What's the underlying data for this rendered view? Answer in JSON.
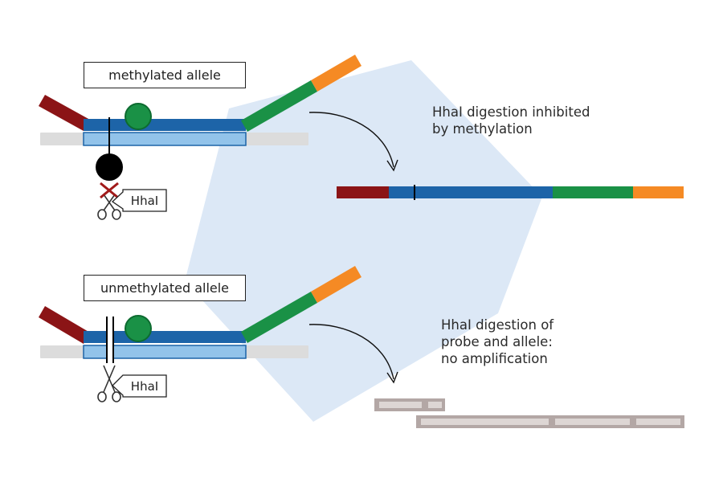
{
  "top": {
    "allele_label": "methylated allele",
    "enzyme_label": "HhaI",
    "caption_lines": [
      "HhaI digestion inhibited",
      "by methylation"
    ]
  },
  "bottom": {
    "allele_label": "unmethylated allele",
    "enzyme_label": "HhaI",
    "caption_lines": [
      "HhaI digestion of",
      "probe and allele:",
      "no amplification"
    ]
  },
  "colors": {
    "background_shape": "#dce8f6",
    "dark_red": "#8b1416",
    "blue": "#1d64a8",
    "light_blue": "#92c3ea",
    "green": "#1a9146",
    "orange": "#f58a24",
    "grey_strand": "#dcdcdc",
    "fragment_grey": "#b3a7a5",
    "fragment_light": "#ddd6d4",
    "methyl_dot": "#000000",
    "scissor_cross": "#a11a1a"
  },
  "icons": {
    "scissors": "scissors-icon",
    "methyl_group": "methyl-group-icon",
    "probe_dot": "green-dot-icon",
    "arrow": "curved-arrow-icon"
  }
}
